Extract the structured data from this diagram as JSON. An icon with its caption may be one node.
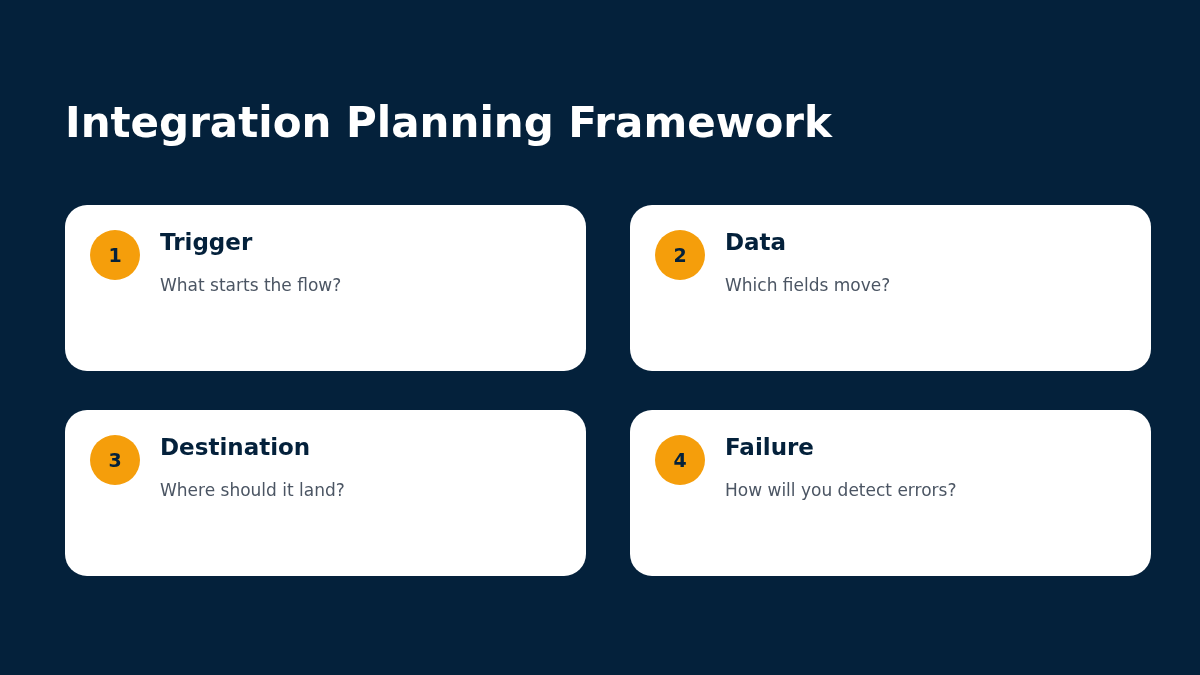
{
  "diagram": {
    "title": "Integration Planning Framework",
    "nodes": [
      {
        "text": [
          "Trigger",
          "What starts the flow?"
        ]
      },
      {
        "text": [
          "1"
        ],
        "in": 0
      },
      {
        "text": [
          "Data",
          "Which fields move?"
        ]
      },
      {
        "text": [
          "2"
        ],
        "in": 2
      },
      {
        "text": [
          "Destination",
          "Where should it land?"
        ]
      },
      {
        "text": [
          "3"
        ],
        "in": 4
      },
      {
        "text": [
          "Failure",
          "How will you detect errors?"
        ]
      },
      {
        "text": [
          "4"
        ],
        "in": 6
      }
    ],
    "edges": []
  }
}
